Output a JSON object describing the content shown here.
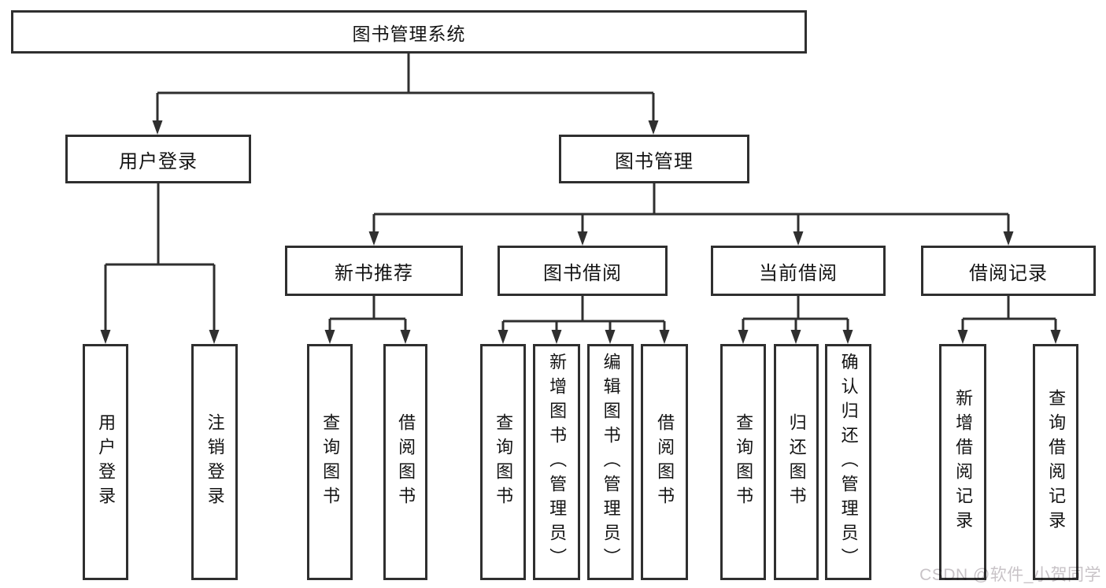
{
  "diagram": {
    "root": "图书管理系统",
    "level2": {
      "login": "用户登录",
      "manage": "图书管理"
    },
    "level3": {
      "newbook": "新书推荐",
      "borrow": "图书借阅",
      "current": "当前借阅",
      "records": "借阅记录"
    },
    "leaves": {
      "login": [
        "用户登录",
        "注销登录"
      ],
      "newbook": [
        "查询图书",
        "借阅图书"
      ],
      "borrow": [
        "查询图书",
        "新增图书（管理员）",
        "编辑图书（管理员）",
        "借阅图书"
      ],
      "current": [
        "查询图书",
        "归还图书",
        "确认归还（管理员）"
      ],
      "records": [
        "新增借阅记录",
        "查询借阅记录"
      ]
    }
  },
  "watermark": "CSDN @软件_小贺同学",
  "colors": {
    "line": "#2f2f2f",
    "box_background": "#ffffff",
    "text": "#141414",
    "watermark": "#c8c3c7"
  }
}
